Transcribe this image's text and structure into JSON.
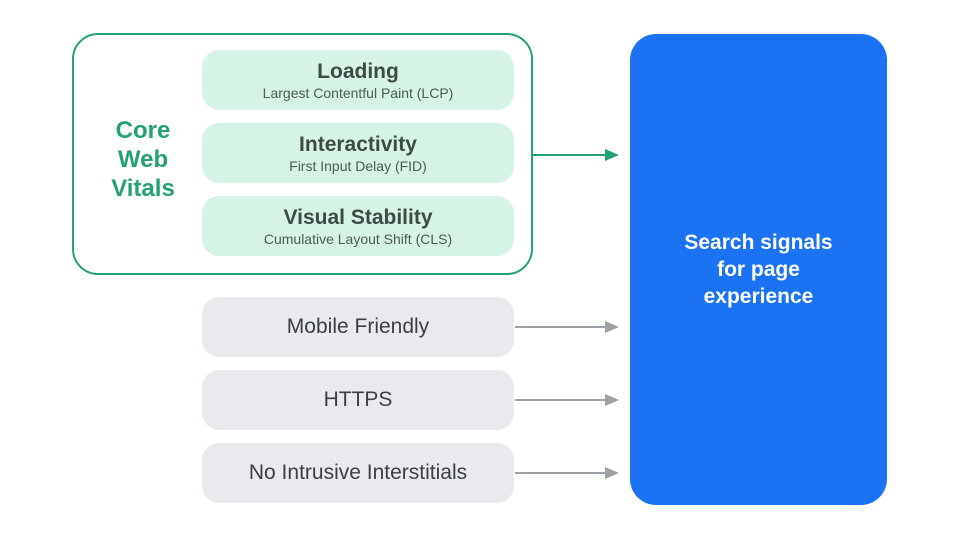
{
  "palette": {
    "green": "#23a172",
    "mint": "#d5f4e5",
    "mint_title_text": "#3e4a44",
    "mint_subtitle_text": "#4d5c54",
    "gray_box": "#e8eaed",
    "gray_label_text": "#3c4043",
    "arrow_gray": "#9aa0a6",
    "blue": "#1b72f2",
    "white": "#ffffff"
  },
  "core_web_vitals": {
    "label_lines": [
      "Core",
      "Web",
      "Vitals"
    ],
    "items": [
      {
        "title": "Loading",
        "subtitle": "Largest Contentful Paint (LCP)"
      },
      {
        "title": "Interactivity",
        "subtitle": "First Input Delay (FID)"
      },
      {
        "title": "Visual Stability",
        "subtitle": "Cumulative Layout Shift (CLS)"
      }
    ]
  },
  "other_signals": [
    {
      "label": "Mobile Friendly"
    },
    {
      "label": "HTTPS"
    },
    {
      "label": "No Intrusive Interstitials"
    }
  ],
  "result": {
    "lines": [
      "Search signals",
      "for page",
      "experience"
    ]
  }
}
